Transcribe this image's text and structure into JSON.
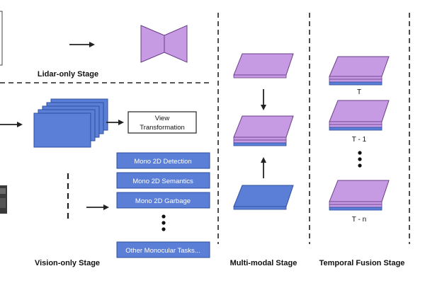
{
  "diagram": {
    "stages": {
      "lidar": "Lidar-only Stage",
      "vision": "Vision-only Stage",
      "multimodal": "Multi-modal Stage",
      "temporal": "Temporal Fusion Stage"
    },
    "view_transformation": [
      "View",
      "Transformation"
    ],
    "tasks": [
      "Mono 2D Detection",
      "Mono 2D Semantics",
      "Mono 2D Garbage",
      "Other Monocular Tasks..."
    ],
    "temporal_labels": [
      "T",
      "T - 1",
      "T - n"
    ],
    "colors": {
      "blue": "#5b7fd6",
      "blue_stroke": "#2f4fa0",
      "purple": "#c79be3",
      "purple_stroke": "#6a3d8a",
      "task_box": "#5b7fd6"
    }
  }
}
